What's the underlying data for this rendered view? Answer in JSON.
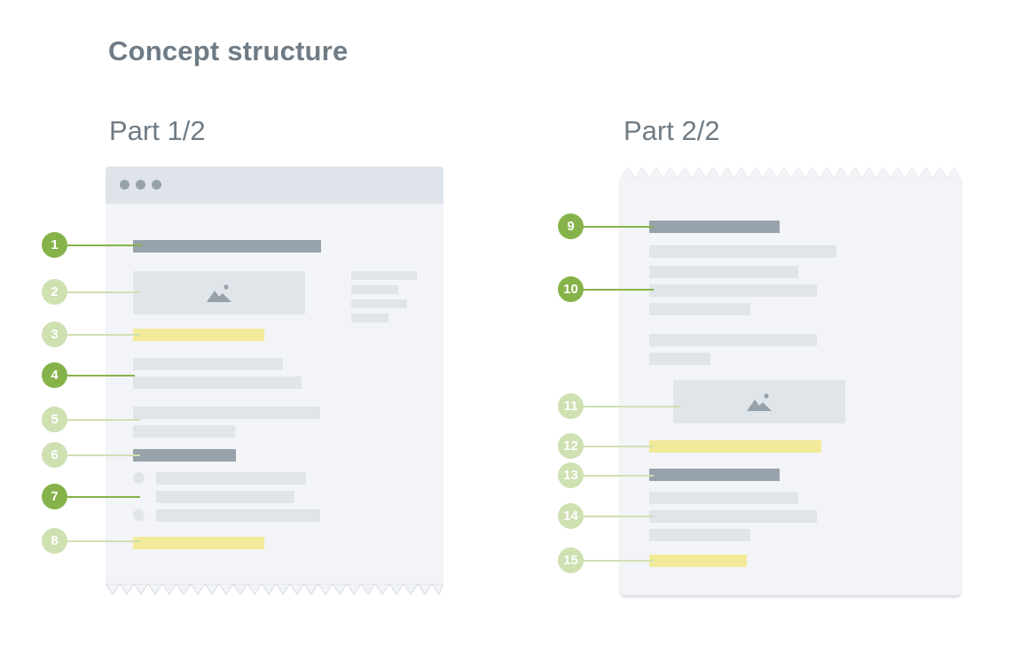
{
  "title": "Concept structure",
  "parts": {
    "part1": {
      "title": "Part 1/2"
    },
    "part2": {
      "title": "Part 2/2"
    }
  },
  "markers": [
    "1",
    "2",
    "3",
    "4",
    "5",
    "6",
    "7",
    "8",
    "9",
    "10",
    "11",
    "12",
    "13",
    "14",
    "15"
  ],
  "colors": {
    "marker_active": "#86b24a",
    "marker_muted": "#cfe0b1",
    "heading_block": "#97a2ab",
    "text_line": "#e0e5ea",
    "highlight": "#f2ea98",
    "page_background": "#f3f4f7"
  },
  "icons": [
    "image-icon"
  ]
}
